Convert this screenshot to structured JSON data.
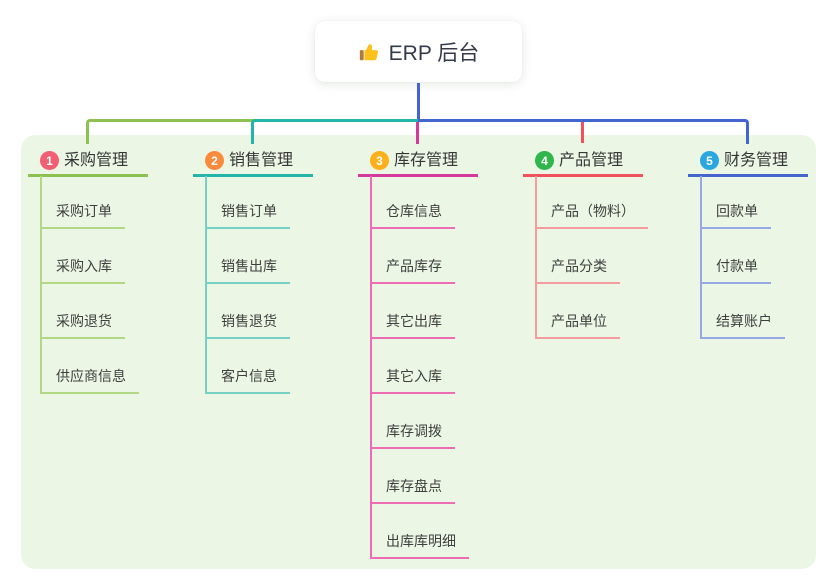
{
  "root": {
    "title": "ERP 后台",
    "icon": "thumbs-up-icon",
    "card_color": "#ffffff",
    "connector_color": "#4465cd"
  },
  "panel": {
    "background_color": "#ebf7e4"
  },
  "branches": [
    {
      "number": "1",
      "label": "采购管理",
      "badge_color": "#f25e72",
      "line_color": "#8dc152",
      "light_line_color": "#b2d883",
      "children": [
        "采购订单",
        "采购入库",
        "采购退货",
        "供应商信息"
      ]
    },
    {
      "number": "2",
      "label": "销售管理",
      "badge_color": "#fb8b3c",
      "line_color": "#23b6a8",
      "light_line_color": "#76d0c5",
      "children": [
        "销售订单",
        "销售出库",
        "销售退货",
        "客户信息"
      ]
    },
    {
      "number": "3",
      "label": "库存管理",
      "badge_color": "#feaf19",
      "line_color": "#d4399b",
      "light_line_color": "#ec6db4",
      "children": [
        "仓库信息",
        "产品库存",
        "其它出库",
        "其它入库",
        "库存调拨",
        "库存盘点",
        "出库库明细"
      ]
    },
    {
      "number": "4",
      "label": "产品管理",
      "badge_color": "#31b64d",
      "line_color": "#f0515c",
      "light_line_color": "#f59ca1",
      "children": [
        "产品（物料）",
        "产品分类",
        "产品单位"
      ]
    },
    {
      "number": "5",
      "label": "财务管理",
      "badge_color": "#2aa7df",
      "line_color": "#4465cd",
      "light_line_color": "#96a9e4",
      "children": [
        "回款单",
        "付款单",
        "结算账户"
      ]
    }
  ]
}
